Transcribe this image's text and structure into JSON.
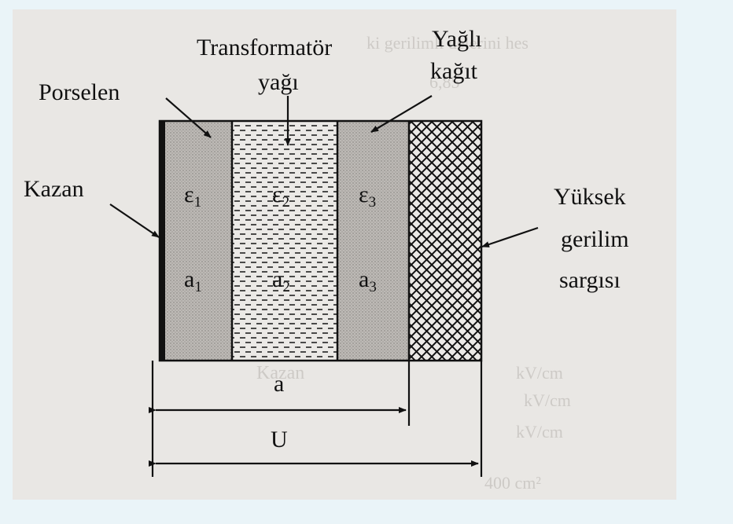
{
  "labels": {
    "porselen": "Porselen",
    "trafo_line1": "Transformatör",
    "trafo_line2": "yağı",
    "yagli_line1": "Yağlı",
    "yagli_line2": "kağıt",
    "kazan": "Kazan",
    "yuksek_line1": "Yüksek",
    "yuksek_line2": "gerilim",
    "yuksek_line3": "sargısı"
  },
  "layers": [
    {
      "eps": "ε",
      "eps_sub": "1",
      "a": "a",
      "a_sub": "1"
    },
    {
      "eps": "ε",
      "eps_sub": "2",
      "a": "a",
      "a_sub": "2"
    },
    {
      "eps": "ε",
      "eps_sub": "3",
      "a": "a",
      "a_sub": "3"
    }
  ],
  "dimensions": {
    "a": "a",
    "U": "U"
  },
  "colors": {
    "page_bg": "#eaf4f8",
    "paper": "#e9e7e4",
    "ink": "#111111",
    "stipple": "#b9b6b2"
  }
}
